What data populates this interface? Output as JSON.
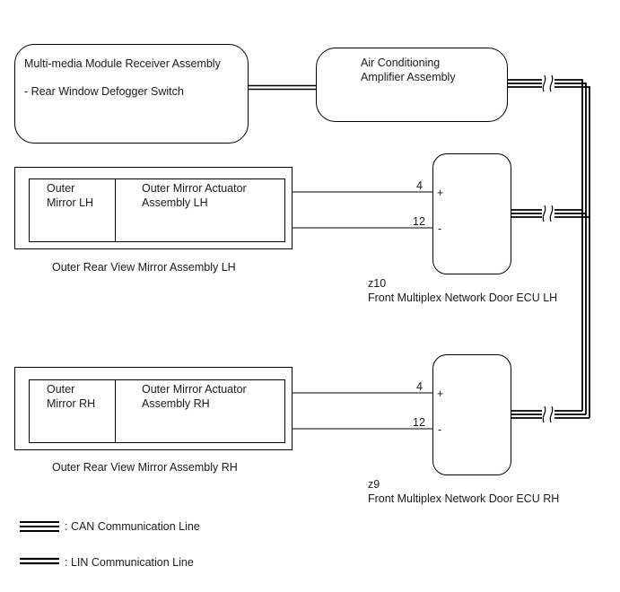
{
  "nodes": {
    "multimedia": {
      "title": "Multi-media Module Receiver Assembly",
      "subtitle": "- Rear Window Defogger Switch"
    },
    "ac_amp": {
      "line1": "Air Conditioning",
      "line2": "Amplifier Assembly"
    },
    "mirror_lh": {
      "left1": "Outer",
      "left2": "Mirror LH",
      "right1": "Outer Mirror Actuator",
      "right2": "Assembly LH",
      "caption": "Outer Rear View Mirror Assembly LH"
    },
    "mirror_rh": {
      "left1": "Outer",
      "left2": "Mirror RH",
      "right1": "Outer Mirror Actuator",
      "right2": "Assembly RH",
      "caption": "Outer Rear View Mirror Assembly RH"
    },
    "ecu_lh": {
      "code": "z10",
      "name": "Front Multiplex Network Door ECU LH",
      "pin_top": "4",
      "pin_bottom": "12",
      "plus": "+",
      "minus": "-"
    },
    "ecu_rh": {
      "code": "z9",
      "name": "Front Multiplex Network Door ECU RH",
      "pin_top": "4",
      "pin_bottom": "12",
      "plus": "+",
      "minus": "-"
    }
  },
  "legend": {
    "can": ": CAN Communication Line",
    "lin": ": LIN Communication Line"
  },
  "colors": {
    "line": "#000000",
    "text": "#1a1a1a",
    "background": "#ffffff"
  }
}
